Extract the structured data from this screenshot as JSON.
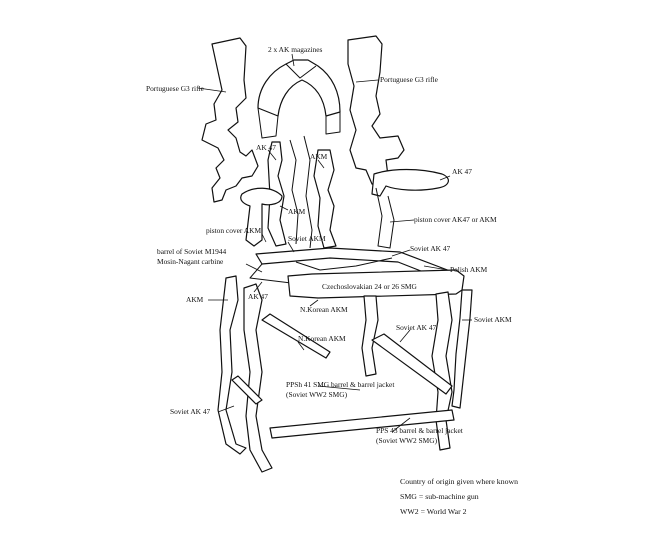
{
  "labels": {
    "ak_magazines": "2 x AK magazines",
    "g3_left": "Portuguese G3 rifle",
    "g3_right": "Portuguese G3 rifle",
    "ak47_upper": "AK 47",
    "akm_upper": "AKM",
    "ak47_armrest": "AK 47",
    "akm_mid": "AKM",
    "piston_left": "piston cover AKM",
    "piston_right": "piston cover AK47 or AKM",
    "soviet_akm_seat": "Soviet AKM",
    "soviet_ak47_seat": "Soviet AK 47",
    "mosin_line1": "barrel of Soviet  M1944",
    "mosin_line2": "Mosin-Nagant carbine",
    "polish_akm": "Polish AKM",
    "ak47_front": "AK 47",
    "czech_smg": "Czechoslovakian  24 or 26  SMG",
    "akm_left_leg": "AKM",
    "nkorean_akm_1": "N.Korean AKM",
    "soviet_akm_right": "Soviet AKM",
    "soviet_ak47_mid": "Soviet AK 47",
    "nkorean_akm_2": "N.Korean AKM",
    "ppsh_line1": "PPSh 41 SMG barrel & barrel jacket",
    "ppsh_line2": "(Soviet WW2  SMG)",
    "soviet_ak47_low": "Soviet AK 47",
    "pps_line1": "PPS 43 barrel & barrel jacket",
    "pps_line2": "(Soviet WW2 SMG)"
  },
  "legend": {
    "title": "Country of origin given where known",
    "smg": "SMG  =   sub-machine gun",
    "ww2": "WW2 =  World War 2"
  }
}
